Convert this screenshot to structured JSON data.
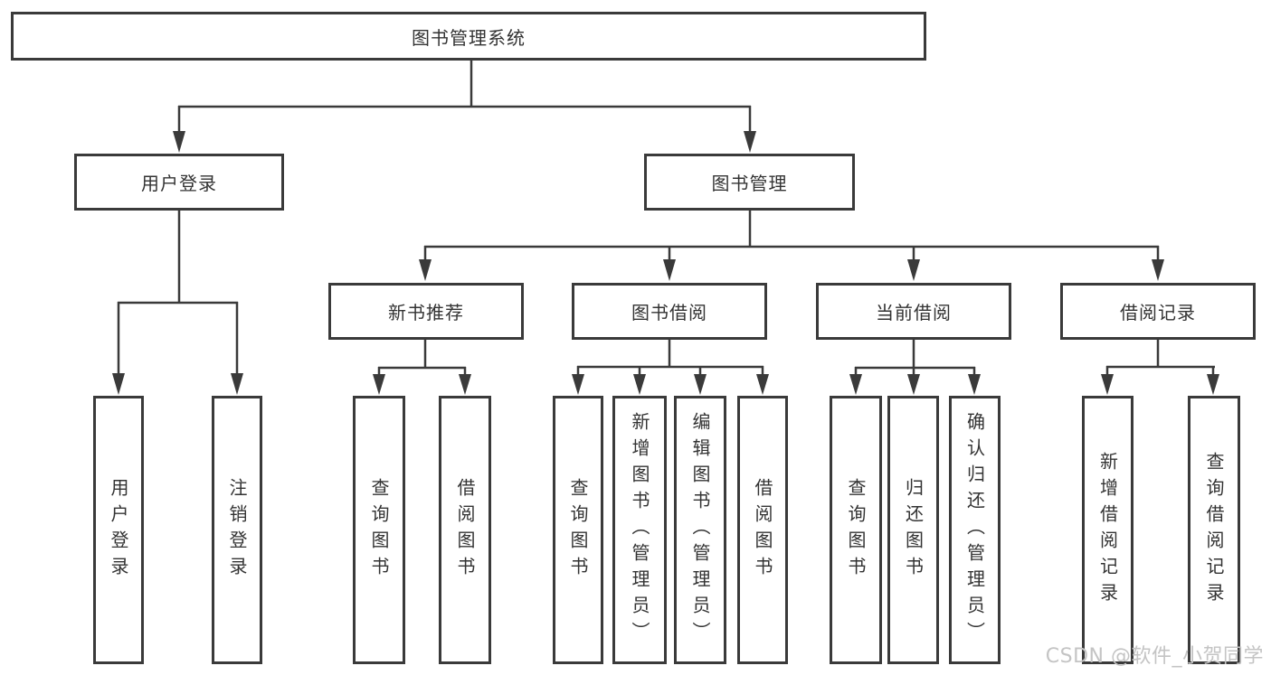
{
  "diagram": {
    "type": "tree",
    "tree": {
      "label": "图书管理系统",
      "children": [
        {
          "label": "用户登录",
          "children": [
            {
              "label": "用户登录"
            },
            {
              "label": "注销登录"
            }
          ]
        },
        {
          "label": "图书管理",
          "children": [
            {
              "label": "新书推荐",
              "children": [
                {
                  "label": "查询图书"
                },
                {
                  "label": "借阅图书"
                }
              ]
            },
            {
              "label": "图书借阅",
              "children": [
                {
                  "label": "查询图书"
                },
                {
                  "label": "新增图书（管理员）"
                },
                {
                  "label": "编辑图书（管理员）"
                },
                {
                  "label": "借阅图书"
                }
              ]
            },
            {
              "label": "当前借阅",
              "children": [
                {
                  "label": "查询图书"
                },
                {
                  "label": "归还图书"
                },
                {
                  "label": "确认归还（管理员）"
                }
              ]
            },
            {
              "label": "借阅记录",
              "children": [
                {
                  "label": "新增借阅记录"
                },
                {
                  "label": "查询借阅记录"
                }
              ]
            }
          ]
        }
      ]
    },
    "colors": {
      "line": "#3a3a3a",
      "text": "#333333",
      "box_background": "#ffffff",
      "watermark": "#c4c4c4"
    }
  },
  "watermark": "CSDN @软件_小贺同学"
}
